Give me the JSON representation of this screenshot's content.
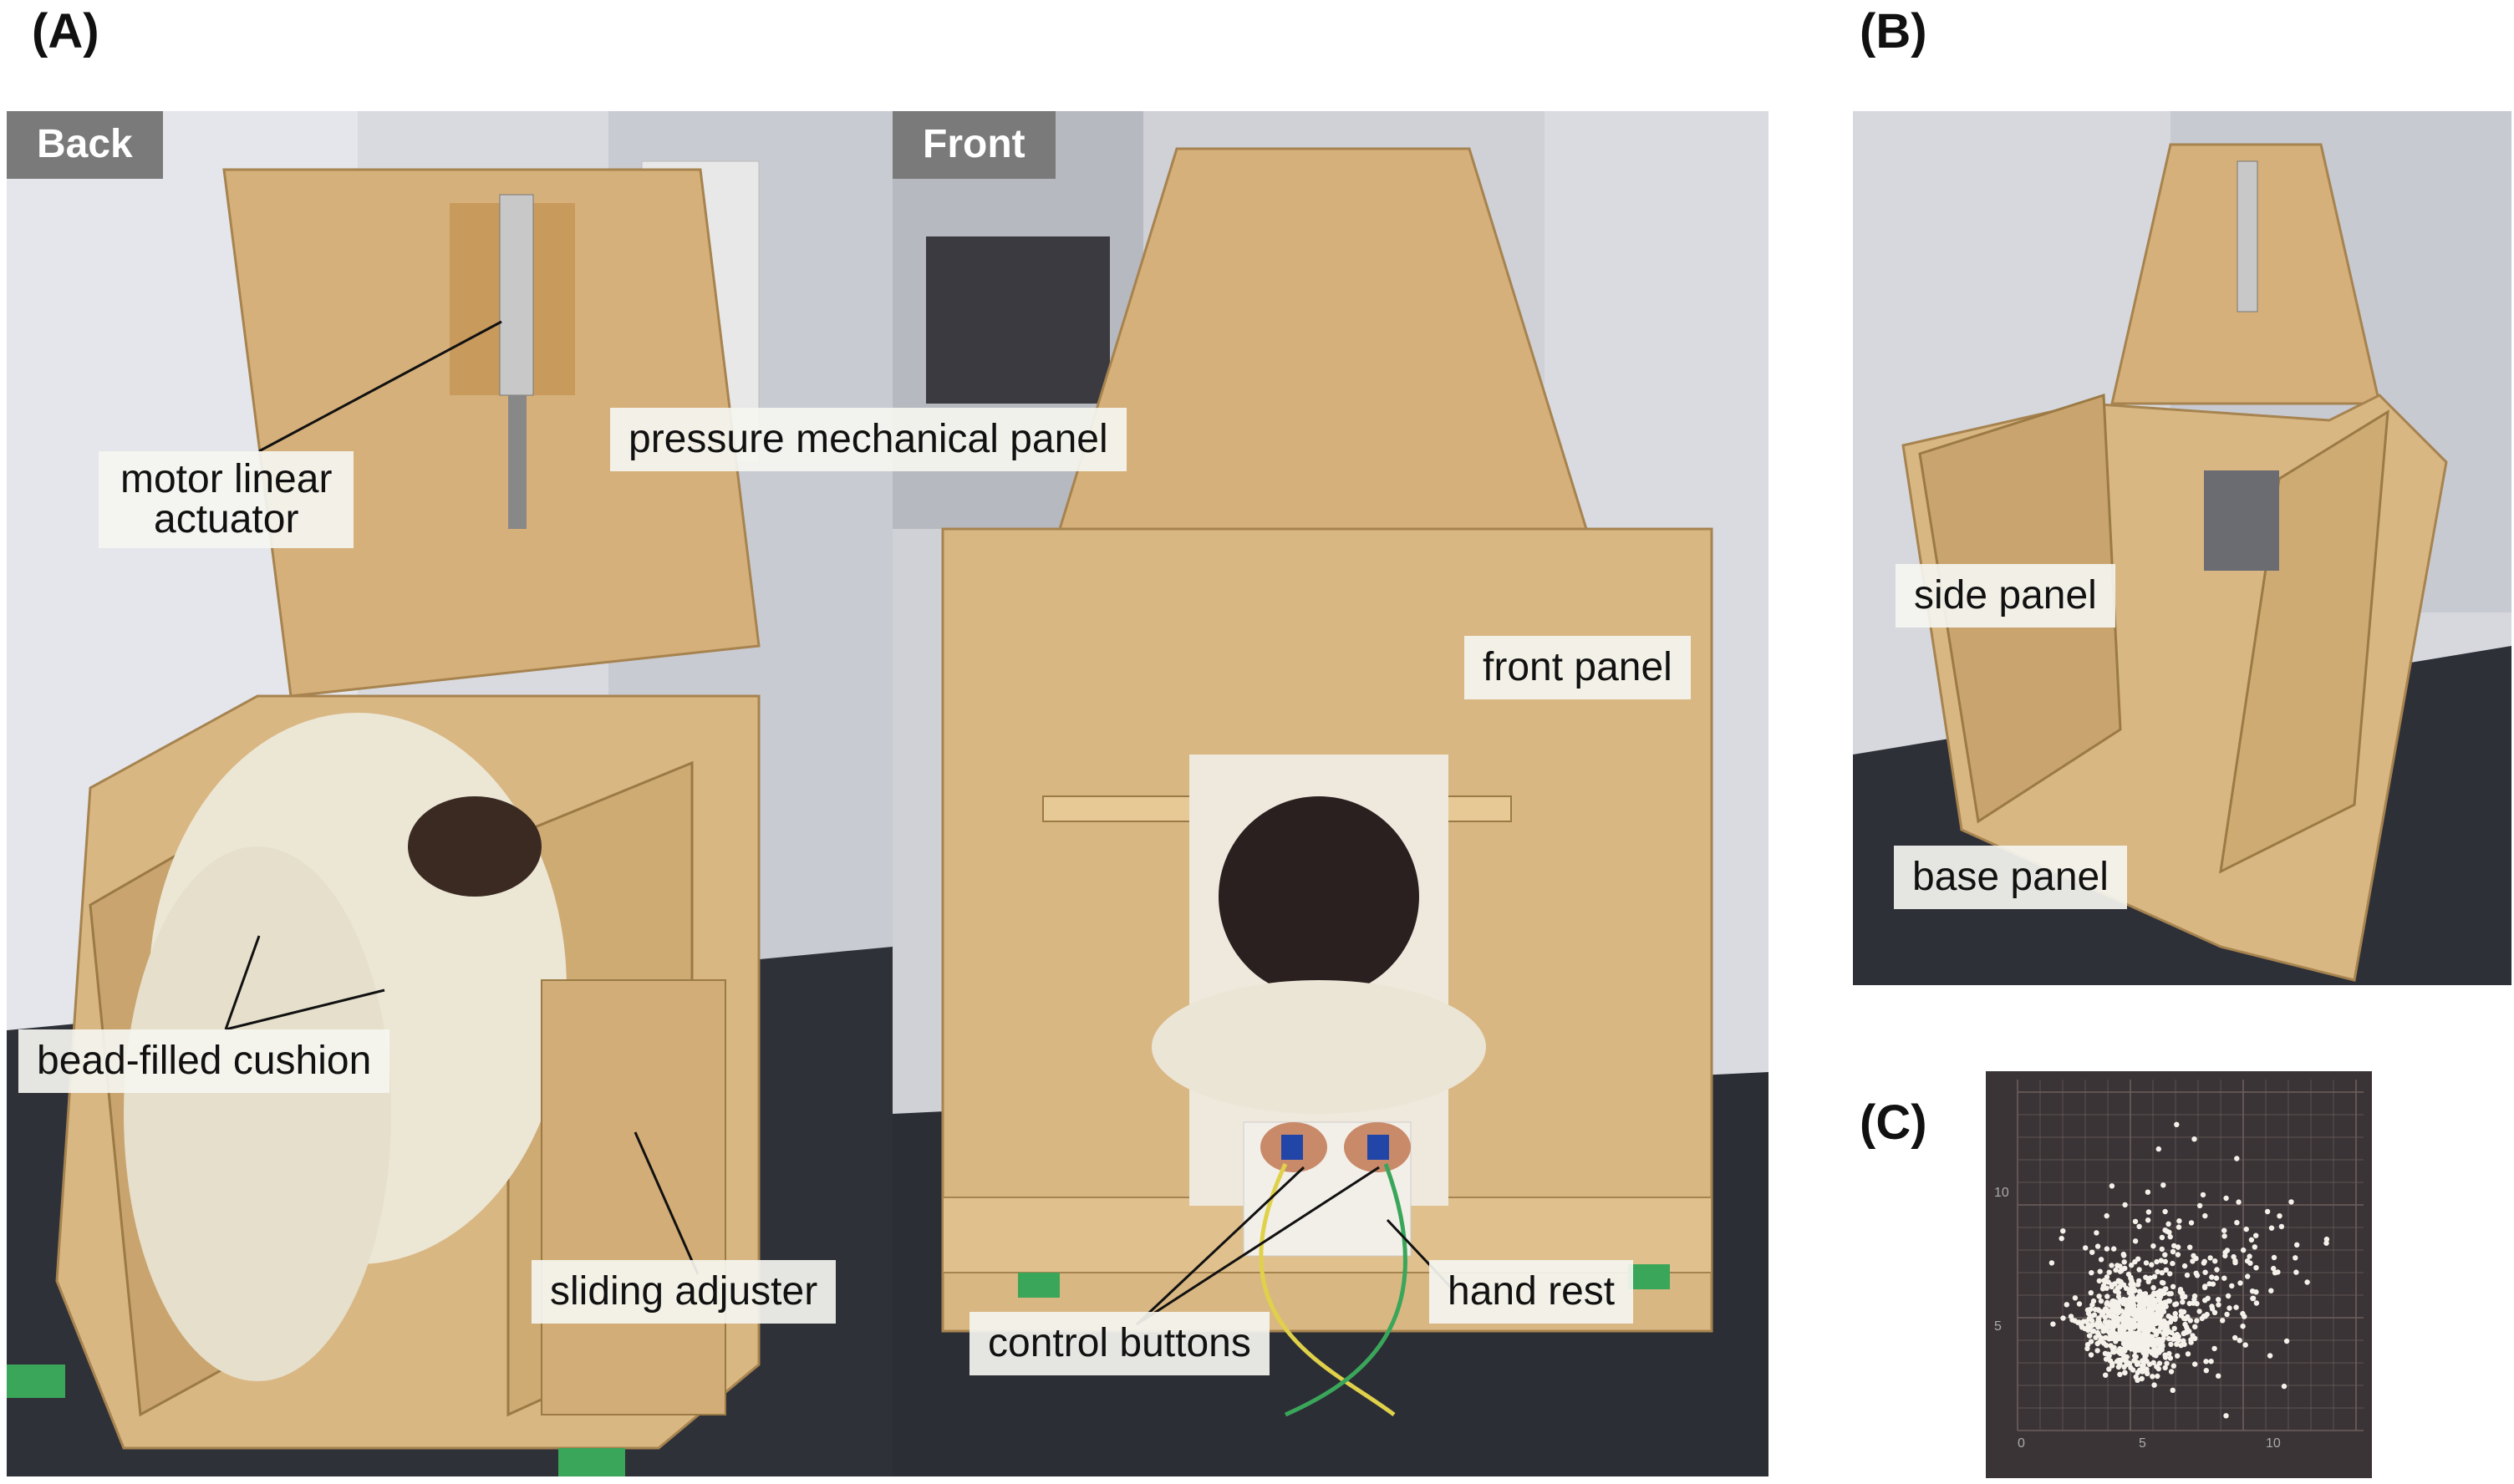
{
  "figure": {
    "panel_labels": {
      "a": "(A)",
      "b": "(B)",
      "c": "(C)"
    },
    "photo_tags": {
      "back": "Back",
      "front": "Front"
    },
    "callouts": {
      "motor_linear_actuator": "motor linear\nactuator",
      "pressure_mechanical_panel": "pressure mechanical panel",
      "front_panel": "front panel",
      "bead_filled_cushion": "bead-filled cushion",
      "sliding_adjuster": "sliding adjuster",
      "control_buttons": "control buttons",
      "hand_rest": "hand rest",
      "side_panel": "side panel",
      "base_panel": "base panel"
    },
    "scatter_ticks": {
      "x0": "0",
      "x5": "5",
      "x10": "10",
      "y5": "5",
      "y10": "10"
    },
    "colors": {
      "wood": "#d9b783",
      "wood_dark": "#b89460",
      "wall": "#dcdde2",
      "floor": "#2d2f36",
      "cushion": "#e9e4d4",
      "tag_gray": "#7a7a7a",
      "tape_green": "#3aa65a"
    }
  }
}
